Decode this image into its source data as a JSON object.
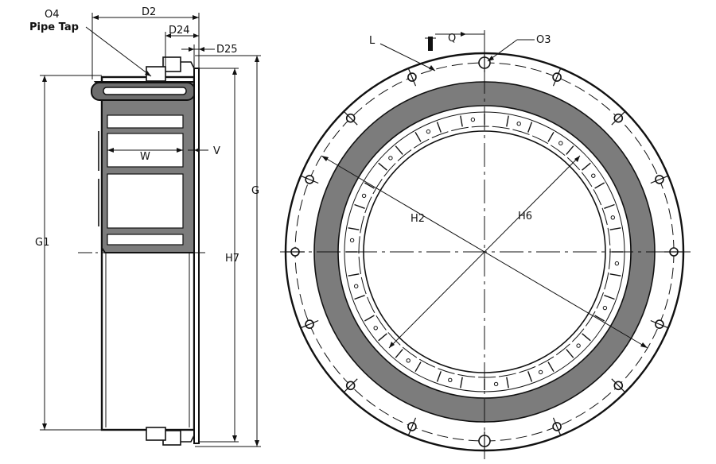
{
  "labels": {
    "o4": "O4",
    "pipe_tap": "Pipe Tap",
    "d2": "D2",
    "d24": "D24",
    "d25": "D25",
    "g": "G",
    "g1": "G1",
    "h7": "H7",
    "w": "W",
    "v": "V",
    "l": "L",
    "q": "Q",
    "o3": "O3",
    "h2": "H2",
    "h6": "H6"
  }
}
